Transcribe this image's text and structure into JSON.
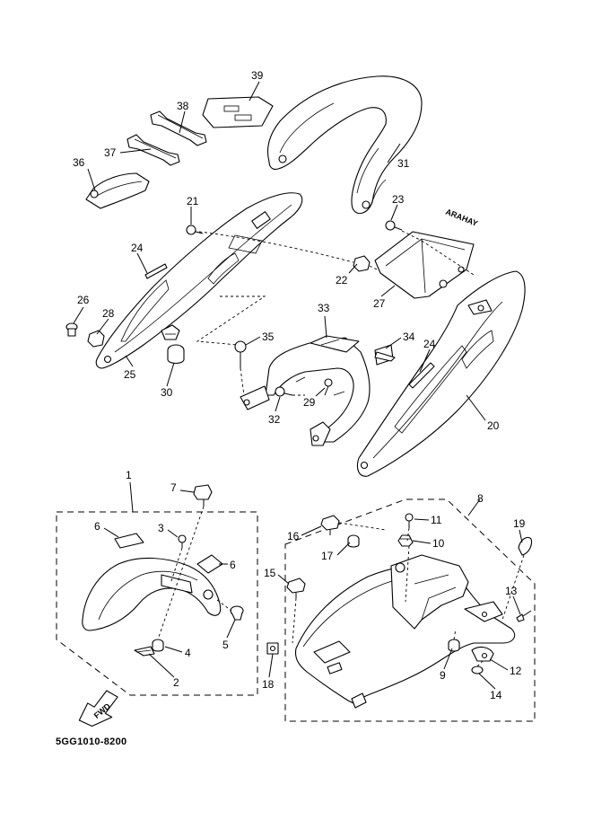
{
  "diagram": {
    "figure_code": "5GG1010-8200",
    "fwd_label": "FWD",
    "emblem_text": "ARAHAY",
    "callouts": [
      {
        "id": "p1",
        "label": "1"
      },
      {
        "id": "p2",
        "label": "2"
      },
      {
        "id": "p3",
        "label": "3"
      },
      {
        "id": "p4",
        "label": "4"
      },
      {
        "id": "p5",
        "label": "5"
      },
      {
        "id": "p6a",
        "label": "6"
      },
      {
        "id": "p6b",
        "label": "6"
      },
      {
        "id": "p7",
        "label": "7"
      },
      {
        "id": "p8",
        "label": "8"
      },
      {
        "id": "p9",
        "label": "9"
      },
      {
        "id": "p10",
        "label": "10"
      },
      {
        "id": "p11",
        "label": "11"
      },
      {
        "id": "p12",
        "label": "12"
      },
      {
        "id": "p13",
        "label": "13"
      },
      {
        "id": "p14",
        "label": "14"
      },
      {
        "id": "p15",
        "label": "15"
      },
      {
        "id": "p16",
        "label": "16"
      },
      {
        "id": "p17",
        "label": "17"
      },
      {
        "id": "p18",
        "label": "18"
      },
      {
        "id": "p19",
        "label": "19"
      },
      {
        "id": "p20",
        "label": "20"
      },
      {
        "id": "p21",
        "label": "21"
      },
      {
        "id": "p22",
        "label": "22"
      },
      {
        "id": "p23",
        "label": "23"
      },
      {
        "id": "p24a",
        "label": "24"
      },
      {
        "id": "p24b",
        "label": "24"
      },
      {
        "id": "p25",
        "label": "25"
      },
      {
        "id": "p26",
        "label": "26"
      },
      {
        "id": "p27",
        "label": "27"
      },
      {
        "id": "p28",
        "label": "28"
      },
      {
        "id": "p29",
        "label": "29"
      },
      {
        "id": "p30",
        "label": "30"
      },
      {
        "id": "p31",
        "label": "31"
      },
      {
        "id": "p32",
        "label": "32"
      },
      {
        "id": "p33",
        "label": "33"
      },
      {
        "id": "p34",
        "label": "34"
      },
      {
        "id": "p35",
        "label": "35"
      },
      {
        "id": "p36",
        "label": "36"
      },
      {
        "id": "p37",
        "label": "37"
      },
      {
        "id": "p38",
        "label": "38"
      },
      {
        "id": "p39",
        "label": "39"
      }
    ]
  }
}
